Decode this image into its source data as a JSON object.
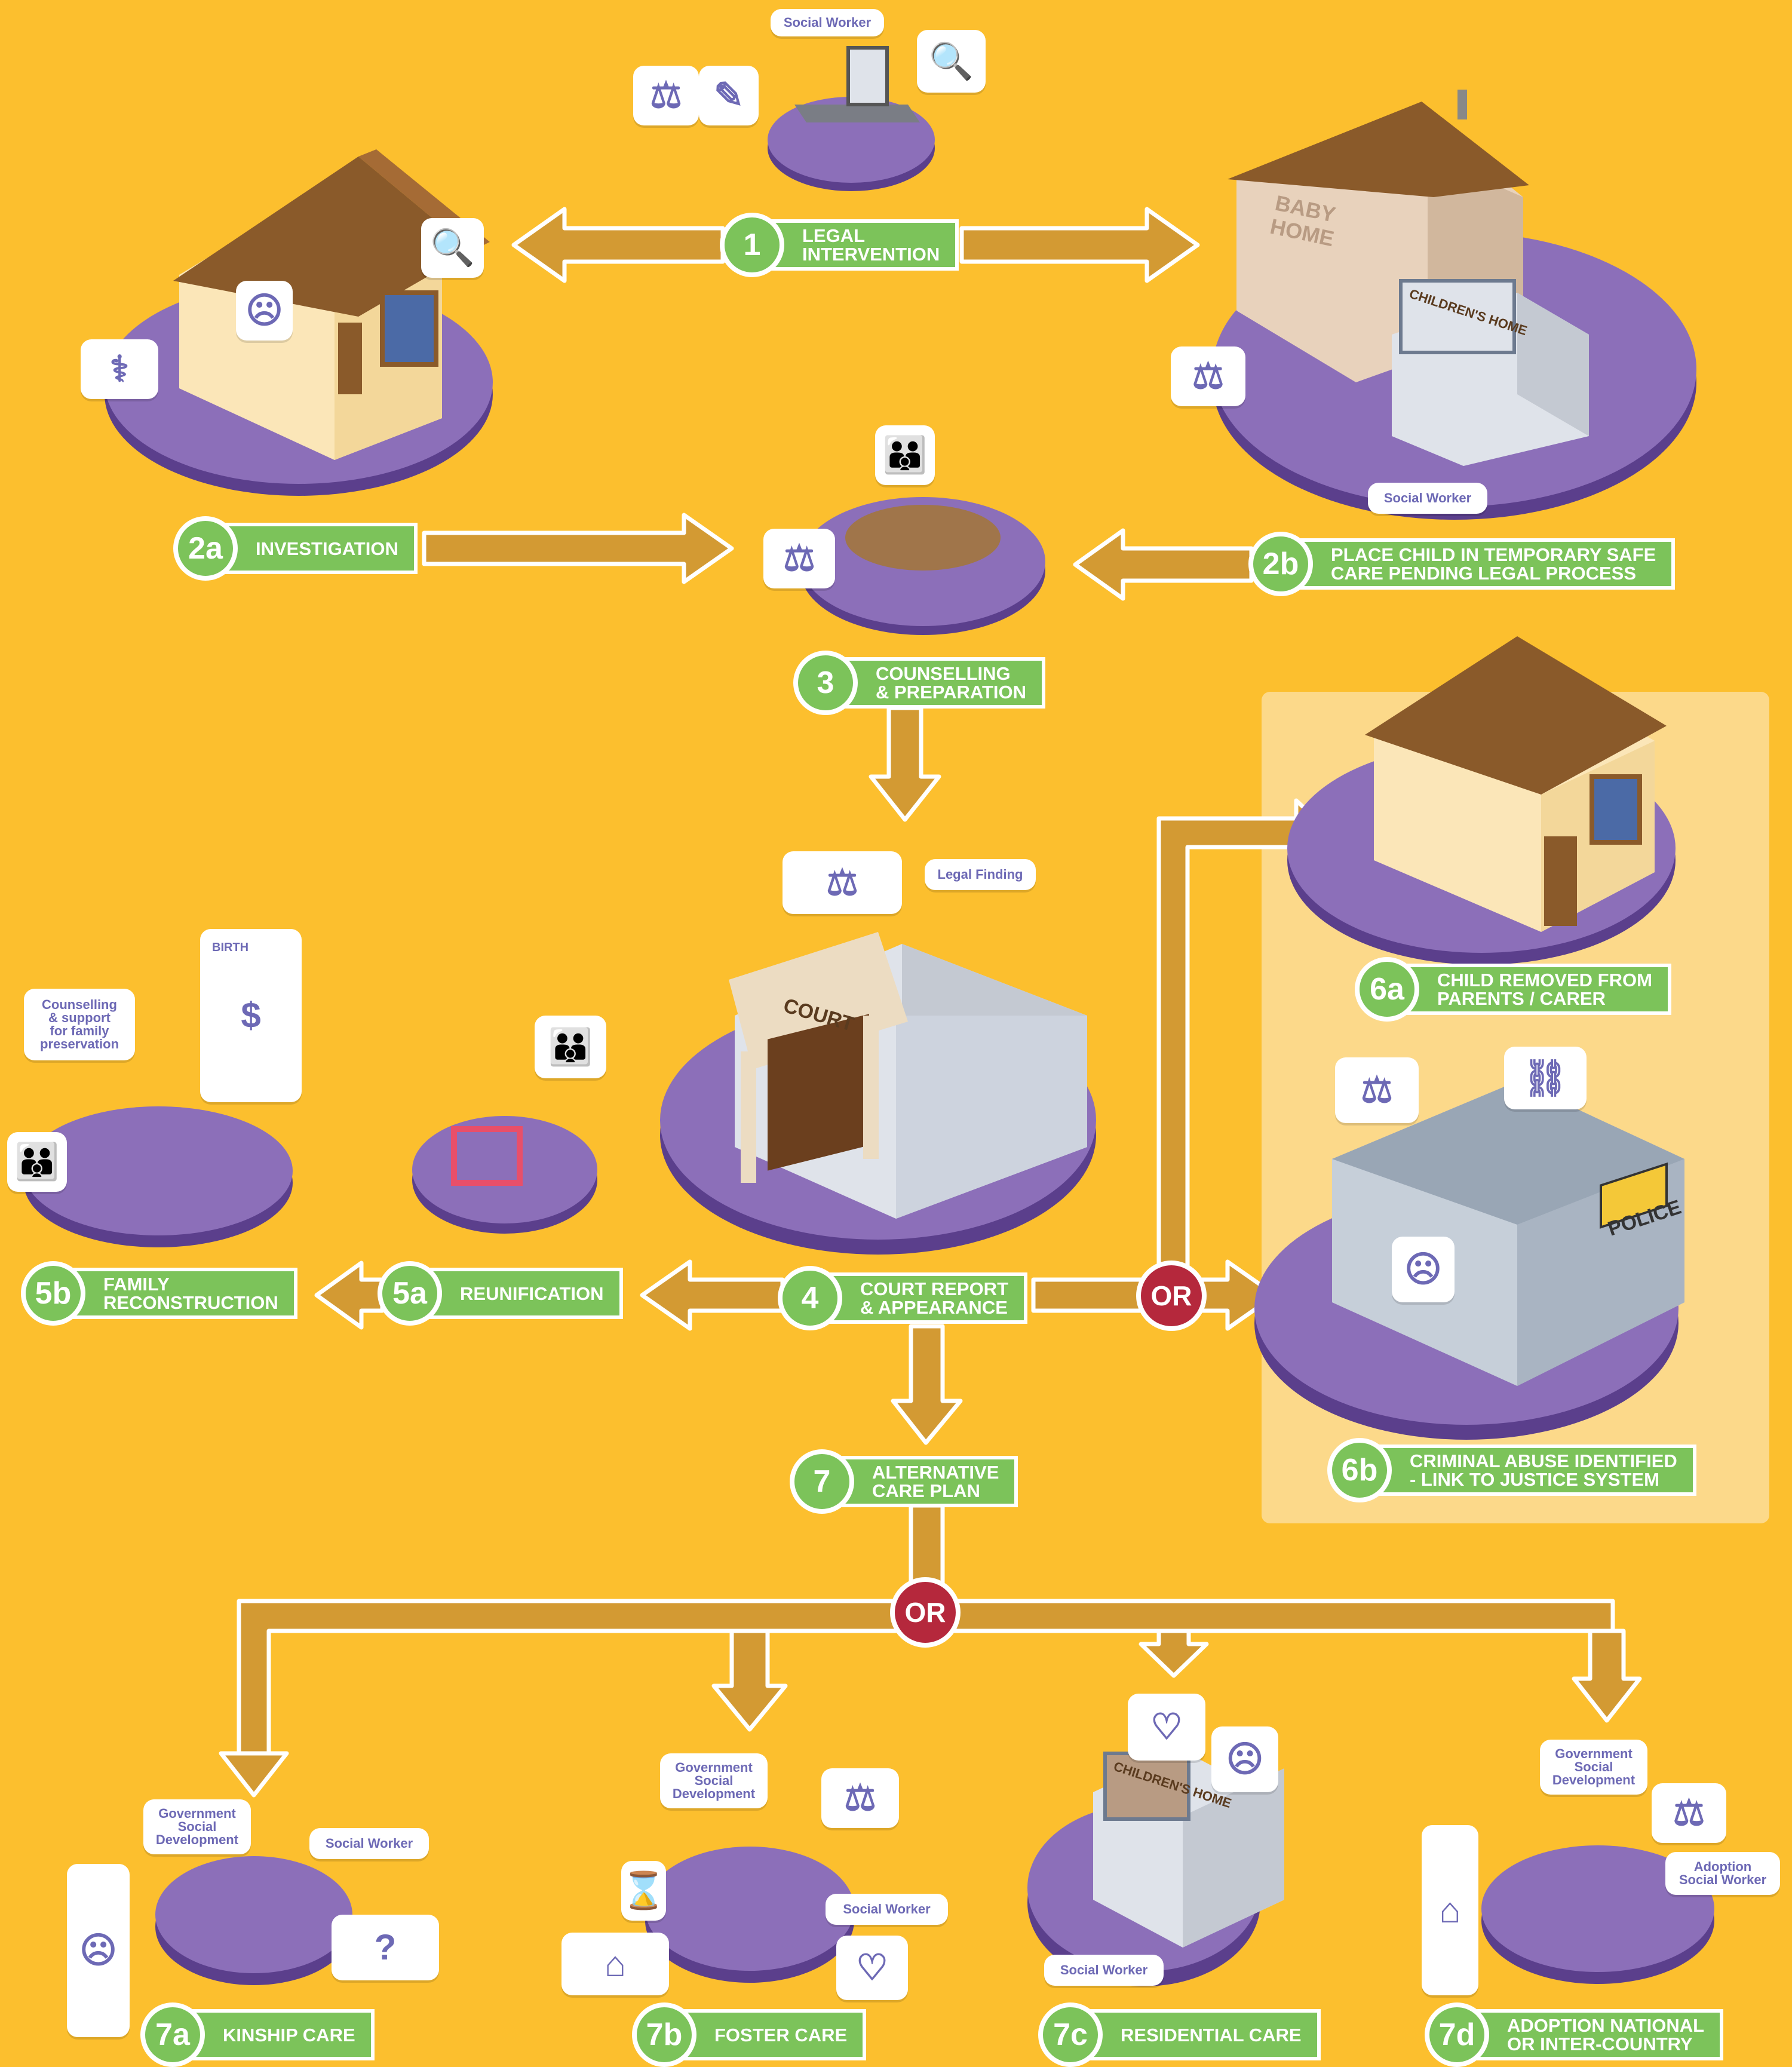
{
  "colors": {
    "background": "#fcbf2e",
    "step_green": "#7cc35a",
    "arrow_gold": "#d39a33",
    "or_red": "#b5283c",
    "platform_purple": "#8c6fb9",
    "highlight_panel": "#fcd98a"
  },
  "steps": {
    "s1": {
      "num": "1",
      "label": "LEGAL\nINTERVENTION"
    },
    "s2a": {
      "num": "2a",
      "label": "INVESTIGATION"
    },
    "s2b": {
      "num": "2b",
      "label": "PLACE CHILD IN TEMPORARY SAFE\nCARE PENDING LEGAL PROCESS"
    },
    "s3": {
      "num": "3",
      "label": "COUNSELLING\n& PREPARATION"
    },
    "s4": {
      "num": "4",
      "label": "COURT REPORT\n& APPEARANCE"
    },
    "s5a": {
      "num": "5a",
      "label": "REUNIFICATION"
    },
    "s5b": {
      "num": "5b",
      "label": "FAMILY\nRECONSTRUCTION"
    },
    "s6a": {
      "num": "6a",
      "label": "CHILD REMOVED FROM\nPARENTS / CARER"
    },
    "s6b": {
      "num": "6b",
      "label": "CRIMINAL ABUSE IDENTIFIED\n- LINK TO JUSTICE SYSTEM"
    },
    "s7": {
      "num": "7",
      "label": "ALTERNATIVE\nCARE PLAN"
    },
    "s7a": {
      "num": "7a",
      "label": "KINSHIP CARE"
    },
    "s7b": {
      "num": "7b",
      "label": "FOSTER CARE"
    },
    "s7c": {
      "num": "7c",
      "label": "RESIDENTIAL CARE"
    },
    "s7d": {
      "num": "7d",
      "label": "ADOPTION NATIONAL\nOR INTER-COUNTRY"
    }
  },
  "or_labels": {
    "or1": "OR",
    "or2": "OR"
  },
  "speech_labels": {
    "social_worker": "Social Worker",
    "legal_finding": "Legal Finding",
    "counselling_support": "Counselling\n& support\nfor family\npreservation",
    "gov_social_dev": "Government\nSocial\nDevelopment",
    "adoption_social_worker": "Adoption\nSocial Worker"
  },
  "building_signs": {
    "baby_home": "BABY\nHOME",
    "childrens_home": "CHILDREN'S HOME",
    "court": "COURT",
    "police": "POLICE",
    "birth": "BIRTH"
  },
  "icons": {
    "scales": "⚖",
    "document": "✎",
    "magnifier": "🔍",
    "stethoscope": "⚕",
    "angry_face": "☹",
    "family": "👪",
    "money": "$",
    "bank": "🏛",
    "handcuffs": "⛓",
    "heart_hands": "♡",
    "sad_face": "☹",
    "hourglass": "⌛",
    "question": "?",
    "house": "⌂"
  }
}
